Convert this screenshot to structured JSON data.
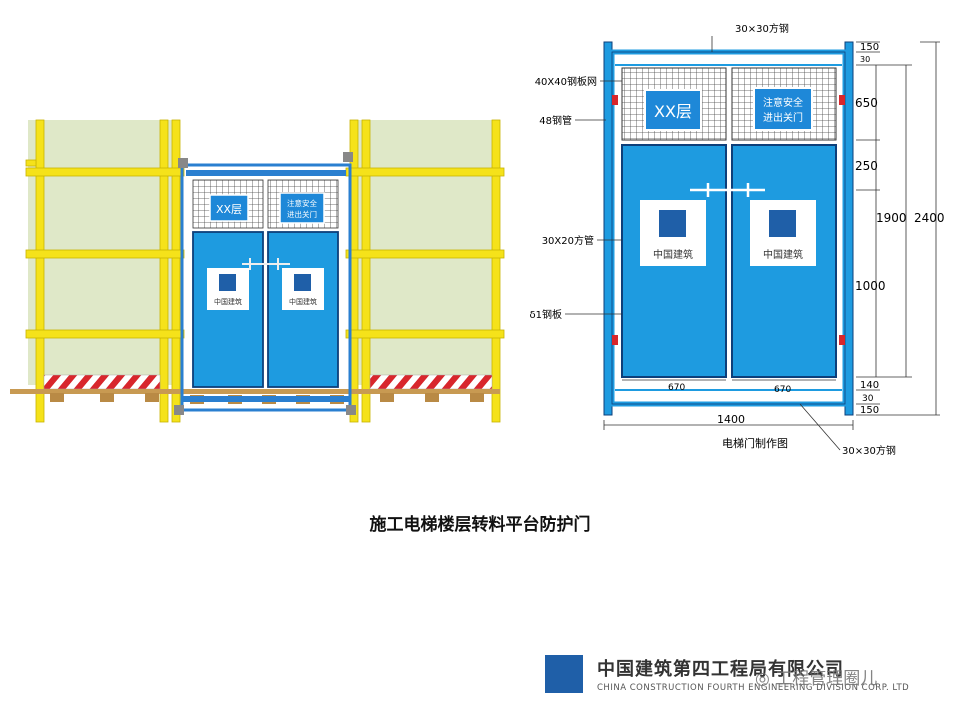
{
  "left_figure": {
    "sign_floor": "XX层",
    "sign_safety_line1": "注意安全",
    "sign_safety_line2": "进出关门",
    "logo_text": "中国建筑"
  },
  "drawing": {
    "label_steel_top": "30×30方钢",
    "label_mesh": "40X40钢板网",
    "label_pipe": "48钢管",
    "label_tube": "30X20方管",
    "label_plate": "δ1钢板",
    "label_steel_bottom": "30×30方钢",
    "sign_floor": "XX层",
    "sign_safety_line1": "注意安全",
    "sign_safety_line2": "进出关门",
    "logo_text": "中国建筑",
    "dim_150_top": "150",
    "dim_30_top": "30",
    "dim_650": "650",
    "dim_250": "250",
    "dim_1900": "1900",
    "dim_2400": "2400",
    "dim_1000": "1000",
    "dim_140": "140",
    "dim_30_bottom": "30",
    "dim_150_bottom": "150",
    "dim_670_left": "670",
    "dim_670_right": "670",
    "dim_1400": "1400",
    "title": "电梯门制作图"
  },
  "caption": "施工电梯楼层转料平台防护门",
  "footer": {
    "company_cn": "中国建筑第四工程局有限公司",
    "company_en": "CHINA CONSTRUCTION FOURTH ENGINEERING DIVISION CORP. LTD",
    "watermark": "工程管理圈儿"
  },
  "colors": {
    "yellow": "#f5e21a",
    "panel_green": "#dfe8c8",
    "door_blue": "#1e9be0",
    "frame_blue": "#2a7fd0",
    "sign_blue": "#1e88d8",
    "wood": "#c89a52",
    "stripe_red": "#d8262c"
  }
}
